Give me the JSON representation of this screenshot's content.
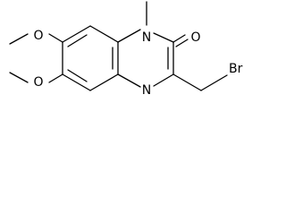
{
  "molecule": {
    "atoms": {
      "n1": "N",
      "n4": "N",
      "o_carbonyl": "O",
      "br": "Br",
      "o_methoxy_upper": "O",
      "o_methoxy_lower": "O"
    }
  },
  "colors": {
    "bond": "#000000",
    "label": "#000000",
    "background": "#ffffff"
  }
}
